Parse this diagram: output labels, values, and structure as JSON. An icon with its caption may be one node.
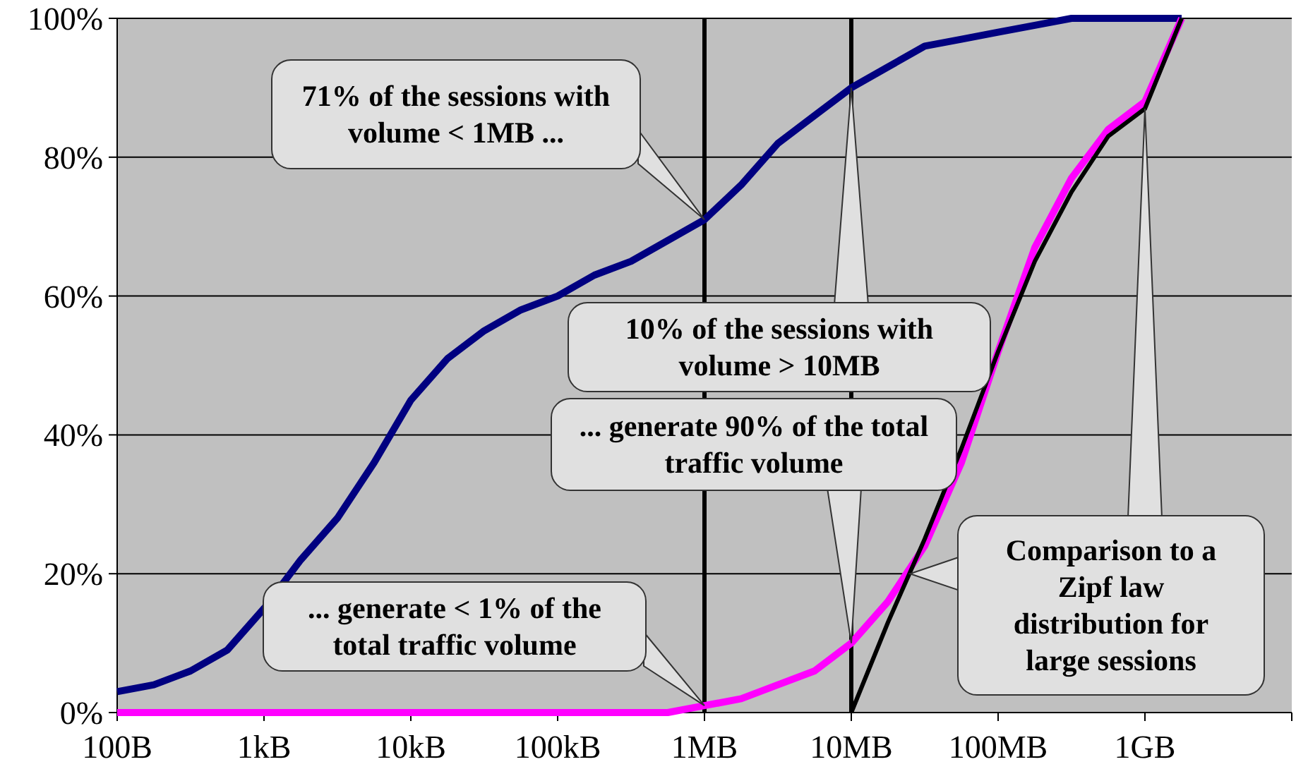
{
  "diagram": {
    "nodes": [
      {
        "text": [
          "71% of the sessions with volume < 1MB ..."
        ]
      },
      {
        "text": [
          "10% of the sessions with volume > 10MB"
        ]
      },
      {
        "text": [
          "... generate 90% of the total traffic volume"
        ]
      },
      {
        "text": [
          "... generate < 1% of the total traffic volume"
        ]
      },
      {
        "text": [
          "Comparison to a Zipf law distribution for large sessions"
        ]
      }
    ],
    "edges": [
      {
        "from": 0,
        "to": null,
        "arrow": "to"
      },
      {
        "from": 1,
        "to": null,
        "arrow": "to"
      },
      {
        "from": 2,
        "to": null,
        "arrow": "to"
      },
      {
        "from": 3,
        "to": null,
        "arrow": "to"
      },
      {
        "from": 4,
        "to": null,
        "arrow": "to"
      },
      {
        "from": 4,
        "to": null,
        "arrow": "to"
      }
    ],
    "chart_data": {
      "type": "line",
      "ylim": [
        0,
        100
      ],
      "categories": [
        "100B",
        null,
        null,
        null,
        "1kB",
        null,
        null,
        null,
        "10kB",
        null,
        null,
        null,
        "100kB",
        null,
        null,
        null,
        "1MB",
        null,
        null,
        null,
        "10MB",
        null,
        null,
        null,
        "100MB",
        null,
        null,
        null,
        "1GB",
        null
      ],
      "yticks": [
        {
          "value": 0,
          "label": "0%"
        },
        {
          "value": 20,
          "label": "20%"
        },
        {
          "value": 40,
          "label": "40%"
        },
        {
          "value": 60,
          "label": "60%"
        },
        {
          "value": 80,
          "label": "80%"
        },
        {
          "value": 100,
          "label": "100%"
        }
      ],
      "series": [
        {
          "color": "#000080",
          "values": [
            3,
            4,
            6,
            9,
            15,
            22,
            28,
            36,
            45,
            51,
            55,
            58,
            60,
            63,
            65,
            68,
            71,
            76,
            82,
            86,
            90,
            93,
            96,
            97,
            98,
            99,
            100,
            100,
            100,
            100
          ]
        },
        {
          "color": "#ff00ff",
          "values": [
            0,
            0,
            0,
            0,
            0,
            0,
            0,
            0,
            0,
            0,
            0,
            0,
            0,
            0,
            0,
            0,
            1,
            2,
            4,
            6,
            10,
            16,
            24,
            36,
            52,
            67,
            77,
            84,
            88,
            100
          ]
        },
        {
          "color": "#000000",
          "values": [
            null,
            null,
            null,
            null,
            null,
            null,
            null,
            null,
            null,
            null,
            null,
            null,
            null,
            null,
            null,
            null,
            null,
            null,
            null,
            null,
            0,
            13,
            25,
            38,
            52,
            65,
            75,
            83,
            87,
            100
          ]
        }
      ],
      "grid": true,
      "ref_lines": [
        {
          "axis": "x",
          "value": "1MB"
        },
        {
          "axis": "x",
          "value": "10MB"
        }
      ]
    }
  }
}
